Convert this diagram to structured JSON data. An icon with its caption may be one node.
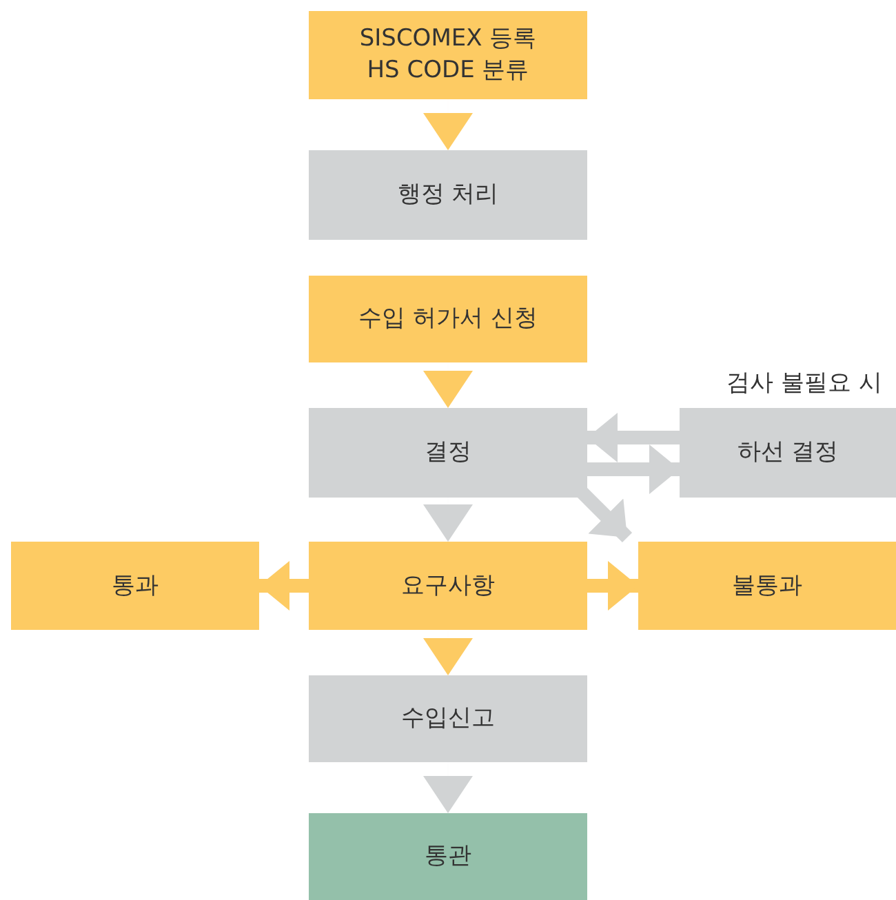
{
  "diagram": {
    "nodes": [
      {
        "text": [
          "SISCOMEX 등록 HS CODE 분류"
        ]
      },
      {
        "text": [
          "행정 처리"
        ]
      },
      {
        "text": [
          "수입 허가서 신청"
        ]
      },
      {
        "text": [
          "결정"
        ]
      },
      {
        "text": [
          "하선 결정"
        ],
        "beside": [
          "검사 불필요 시"
        ]
      },
      {
        "text": [
          "통과"
        ]
      },
      {
        "text": [
          "요구사항"
        ]
      },
      {
        "text": [
          "불통과"
        ]
      },
      {
        "text": [
          "수입신고"
        ]
      },
      {
        "text": [
          "통관"
        ]
      }
    ],
    "edges": [
      {
        "from": 0,
        "to": 1,
        "arrow": "to",
        "color": "#fdcb63"
      },
      {
        "from": 2,
        "to": 3,
        "arrow": "to",
        "color": "#fdcb63"
      },
      {
        "from": 4,
        "to": 3,
        "arrow": "to",
        "style": "thick",
        "color": "#d1d3d4"
      },
      {
        "from": 3,
        "to": 4,
        "arrow": "to",
        "style": "thick",
        "color": "#d1d3d4"
      },
      {
        "from": 3,
        "to": 6,
        "arrow": "to",
        "color": "#d1d3d4"
      },
      {
        "from": 3,
        "to": 7,
        "arrow": "to",
        "style": "thick",
        "color": "#d1d3d4"
      },
      {
        "from": 6,
        "to": 5,
        "arrow": "to",
        "style": "thick",
        "color": "#fdcb63"
      },
      {
        "from": 6,
        "to": 7,
        "arrow": "to",
        "style": "thick",
        "color": "#fdcb63"
      },
      {
        "from": 6,
        "to": 8,
        "arrow": "to",
        "color": "#fdcb63"
      },
      {
        "from": 8,
        "to": 9,
        "arrow": "to",
        "color": "#d1d3d4"
      }
    ]
  }
}
